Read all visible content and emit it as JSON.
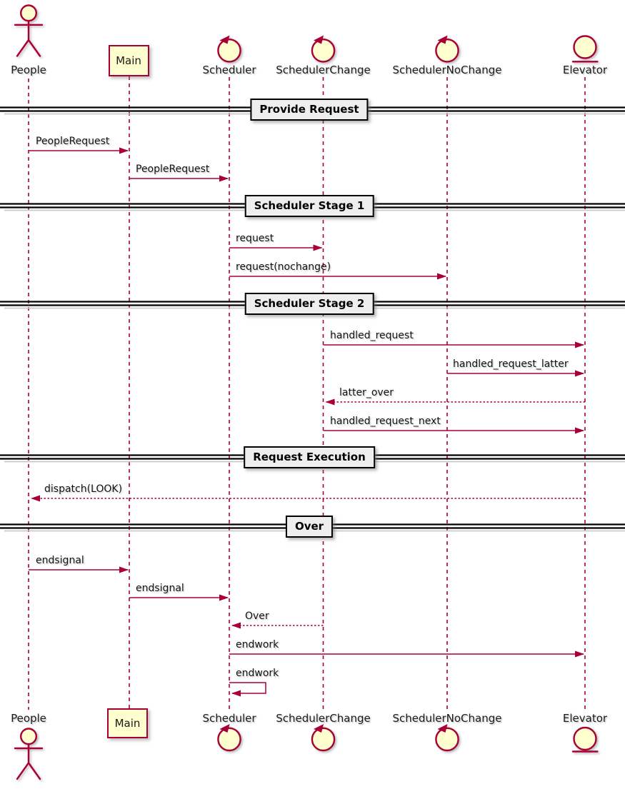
{
  "colors": {
    "accent": "#A80036",
    "shape_fill": "#FEFECE",
    "divider_fill": "#EEEEEE",
    "divider_border": "#000000",
    "text": "#1a1a1a"
  },
  "participants": [
    {
      "id": "people",
      "label": "People",
      "icon": "actor"
    },
    {
      "id": "main",
      "label": "Main",
      "icon": "box"
    },
    {
      "id": "scheduler",
      "label": "Scheduler",
      "icon": "control"
    },
    {
      "id": "schedulerchange",
      "label": "SchedulerChange",
      "icon": "control"
    },
    {
      "id": "schedulernochange",
      "label": "SchedulerNoChange",
      "icon": "control"
    },
    {
      "id": "elevator",
      "label": "Elevator",
      "icon": "entity"
    }
  ],
  "dividers": [
    {
      "label": "Provide Request"
    },
    {
      "label": "Scheduler Stage 1"
    },
    {
      "label": "Scheduler Stage 2"
    },
    {
      "label": "Request Execution"
    },
    {
      "label": "Over"
    }
  ],
  "messages": [
    {
      "label": "PeopleRequest",
      "from": "People",
      "to": "Main",
      "line": "solid"
    },
    {
      "label": "PeopleRequest",
      "from": "Main",
      "to": "Scheduler",
      "line": "solid"
    },
    {
      "label": "request",
      "from": "Scheduler",
      "to": "SchedulerChange",
      "line": "solid"
    },
    {
      "label": "request(nochange)",
      "from": "Scheduler",
      "to": "SchedulerNoChange",
      "line": "solid"
    },
    {
      "label": "handled_request",
      "from": "SchedulerChange",
      "to": "Elevator",
      "line": "solid"
    },
    {
      "label": "handled_request_latter",
      "from": "SchedulerNoChange",
      "to": "Elevator",
      "line": "solid"
    },
    {
      "label": "latter_over",
      "from": "Elevator",
      "to": "SchedulerChange",
      "line": "dotted"
    },
    {
      "label": "handled_request_next",
      "from": "SchedulerChange",
      "to": "Elevator",
      "line": "solid"
    },
    {
      "label": "dispatch(LOOK)",
      "from": "Elevator",
      "to": "People",
      "line": "dotted"
    },
    {
      "label": "endsignal",
      "from": "People",
      "to": "Main",
      "line": "solid"
    },
    {
      "label": "endsignal",
      "from": "Main",
      "to": "Scheduler",
      "line": "solid"
    },
    {
      "label": "Over",
      "from": "SchedulerChange",
      "to": "Scheduler",
      "line": "dotted"
    },
    {
      "label": "endwork",
      "from": "Scheduler",
      "to": "Elevator",
      "line": "solid"
    },
    {
      "label": "endwork",
      "from": "Scheduler",
      "to": "Scheduler",
      "line": "self"
    }
  ]
}
